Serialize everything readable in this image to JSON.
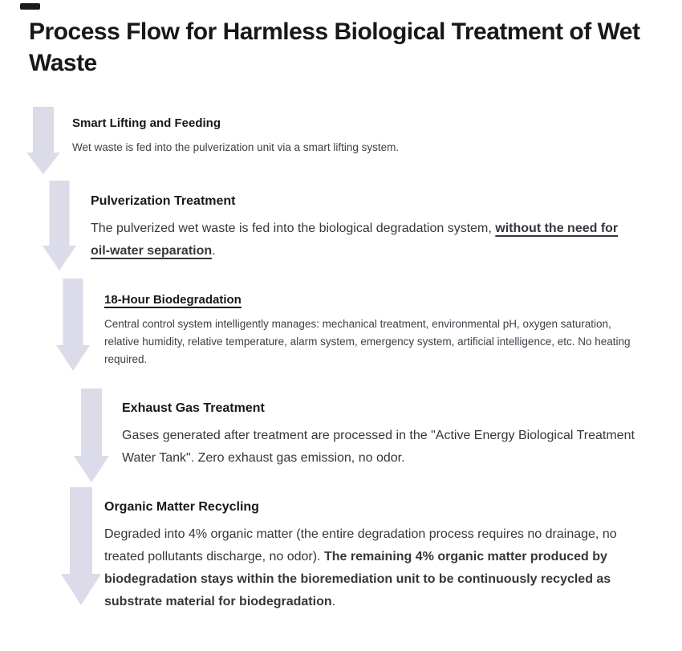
{
  "title": "Process Flow for Harmless Biological Treatment of Wet Waste",
  "colors": {
    "background": "#ffffff",
    "arrow_fill": "#dcdbe9",
    "heading_text": "#18181b",
    "body_text_large": "#34373c",
    "body_text_small": "#3c4148",
    "corner_fragment": "#1a1a1e"
  },
  "flow": {
    "arrow_icon": "down-arrow",
    "step_count": 5
  },
  "steps": [
    {
      "title": "Smart Lifting and Feeding",
      "title_underlined": false,
      "description": [
        {
          "text": "Wet waste is fed into the pulverization unit via a smart lifting system.",
          "bold": false,
          "underlined": false
        }
      ]
    },
    {
      "title": "Pulverization Treatment",
      "title_underlined": false,
      "description": [
        {
          "text": "The pulverized wet waste is fed into the biological degradation system, ",
          "bold": false,
          "underlined": false
        },
        {
          "text": "without the need for oil-water separation",
          "bold": true,
          "underlined": true
        },
        {
          "text": ".",
          "bold": false,
          "underlined": false
        }
      ]
    },
    {
      "title": "18-Hour Biodegradation",
      "title_underlined": true,
      "description": [
        {
          "text": "Central control system intelligently manages: mechanical treatment, environmental pH, oxygen saturation, relative humidity, relative temperature, alarm system, emergency system, artificial intelligence, etc. No heating required.",
          "bold": false,
          "underlined": false
        }
      ]
    },
    {
      "title": "Exhaust Gas Treatment",
      "title_underlined": false,
      "description": [
        {
          "text": "Gases generated after treatment are processed in the \"Active Energy Biological Treatment Water Tank\". Zero exhaust gas emission, no odor.",
          "bold": false,
          "underlined": false
        }
      ]
    },
    {
      "title": "Organic Matter Recycling",
      "title_underlined": false,
      "description": [
        {
          "text": "Degraded into 4% organic matter (the entire degradation process requires no drainage, no treated pollutants discharge, no odor). ",
          "bold": false,
          "underlined": false
        },
        {
          "text": "The remaining 4% organic matter produced by biodegradation stays within the bioremediation unit to be continuously recycled as substrate material for biodegradation",
          "bold": true,
          "underlined": false
        },
        {
          "text": ".",
          "bold": false,
          "underlined": false
        }
      ]
    }
  ]
}
